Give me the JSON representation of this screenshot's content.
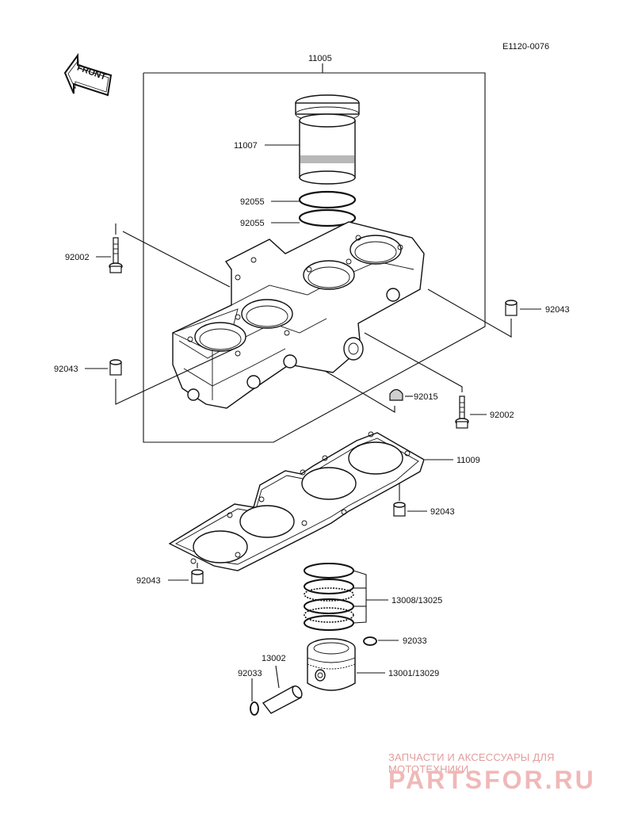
{
  "doc_code": "E1120-0076",
  "front_badge": "FRONT",
  "labels": {
    "p11005": "11005",
    "p11007": "11007",
    "p92055a": "92055",
    "p92055b": "92055",
    "p92002a": "92002",
    "p92043a": "92043",
    "p92043b": "92043",
    "p92015": "92015",
    "p92002b": "92002",
    "p11009": "11009",
    "p92043c": "92043",
    "p92043d": "92043",
    "p13008": "13008/13025",
    "p92033a": "92033",
    "p13002": "13002",
    "p92033b": "92033",
    "p13001": "13001/13029"
  },
  "watermark": {
    "line1": "ЗАПЧАСТИ И АКСЕССУАРЫ ДЛЯ МОТОТЕХНИКИ",
    "logo": "PARTSFOR.RU"
  }
}
